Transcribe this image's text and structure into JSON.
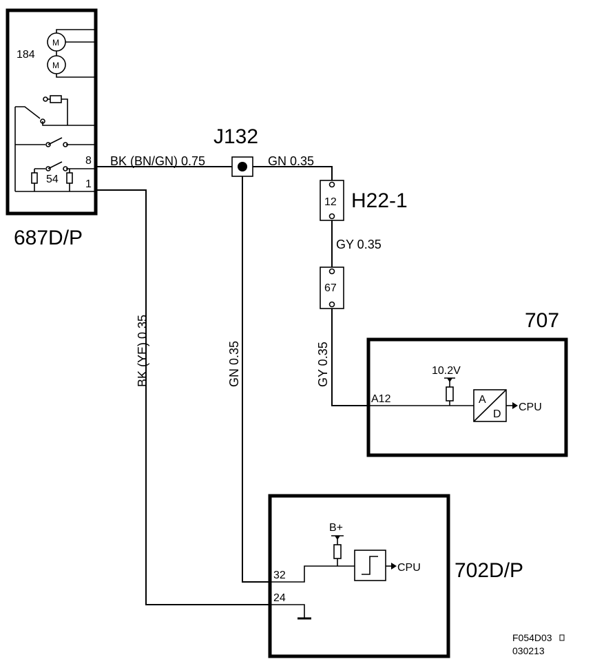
{
  "components": {
    "c687": {
      "label": "687D/P",
      "motor_label": "184",
      "component_label": "54",
      "pin_8": "8",
      "pin_1": "1",
      "motor_symbol": "M"
    },
    "j132": {
      "label": "J132"
    },
    "h22": {
      "label": "H22-1",
      "pin_a": "12",
      "pin_b": "67"
    },
    "c707": {
      "label": "707",
      "pin": "A12",
      "voltage": "10.2V",
      "adc_top": "A",
      "adc_bottom": "D",
      "cpu": "CPU"
    },
    "c702": {
      "label": "702D/P",
      "pin_32": "32",
      "pin_24": "24",
      "supply": "B+",
      "cpu": "CPU"
    }
  },
  "wires": {
    "w_687_j132": "BK (BN/GN) 0.75",
    "w_j132_h22": "GN 0.35",
    "w_h22_67": "GY  0.35",
    "w_67_707": "GY  0.35",
    "w_j132_702": "GN  0.35",
    "w_687_702": "BK  (YE)  0.35"
  },
  "footer": {
    "code": "F054D03",
    "date": "030213"
  }
}
